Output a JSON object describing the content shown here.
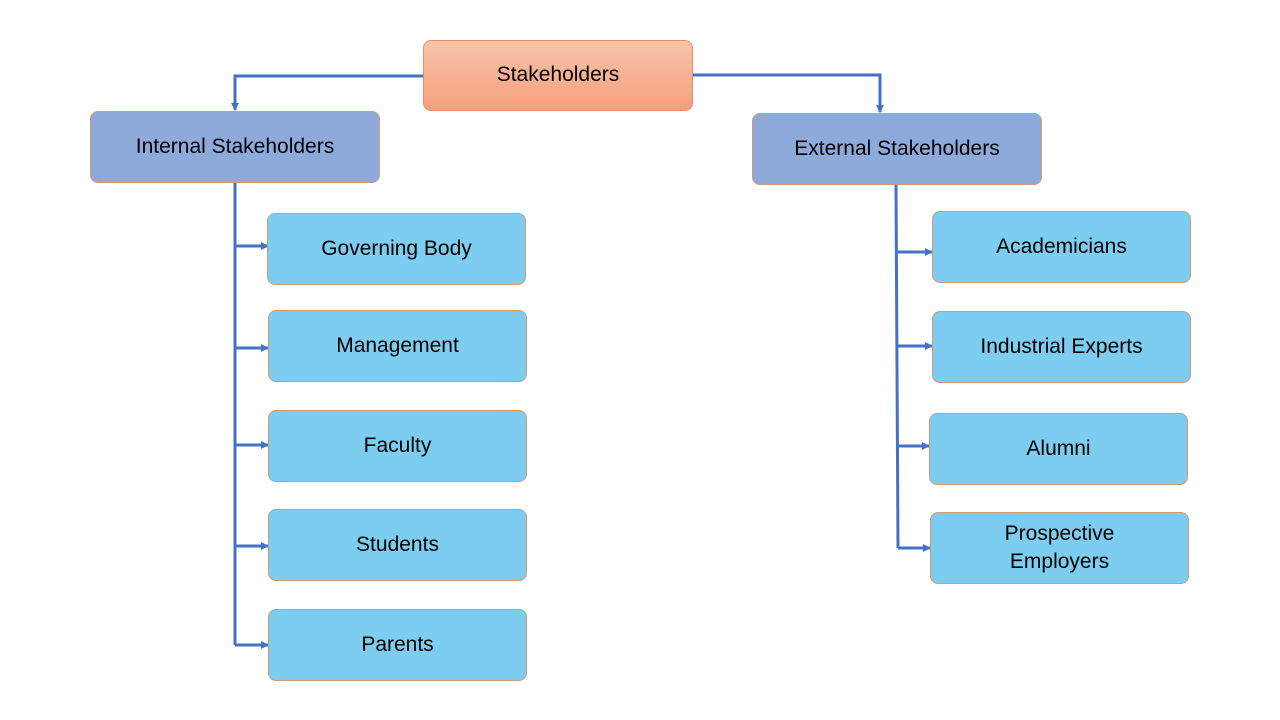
{
  "diagram": {
    "root": {
      "label": "Stakeholders"
    },
    "internal": {
      "label": "Internal Stakeholders",
      "items": [
        "Governing Body",
        "Management",
        "Faculty",
        "Students",
        "Parents"
      ]
    },
    "external": {
      "label": "External Stakeholders",
      "items": [
        "Academicians",
        "Industrial Experts",
        "Alumni",
        "Prospective\nEmployers"
      ]
    }
  },
  "colors": {
    "root_fill": "#f4a07c",
    "branch_fill": "#8eaadb",
    "leaf_fill": "#7dcdf0",
    "connector": "#4472c4"
  }
}
